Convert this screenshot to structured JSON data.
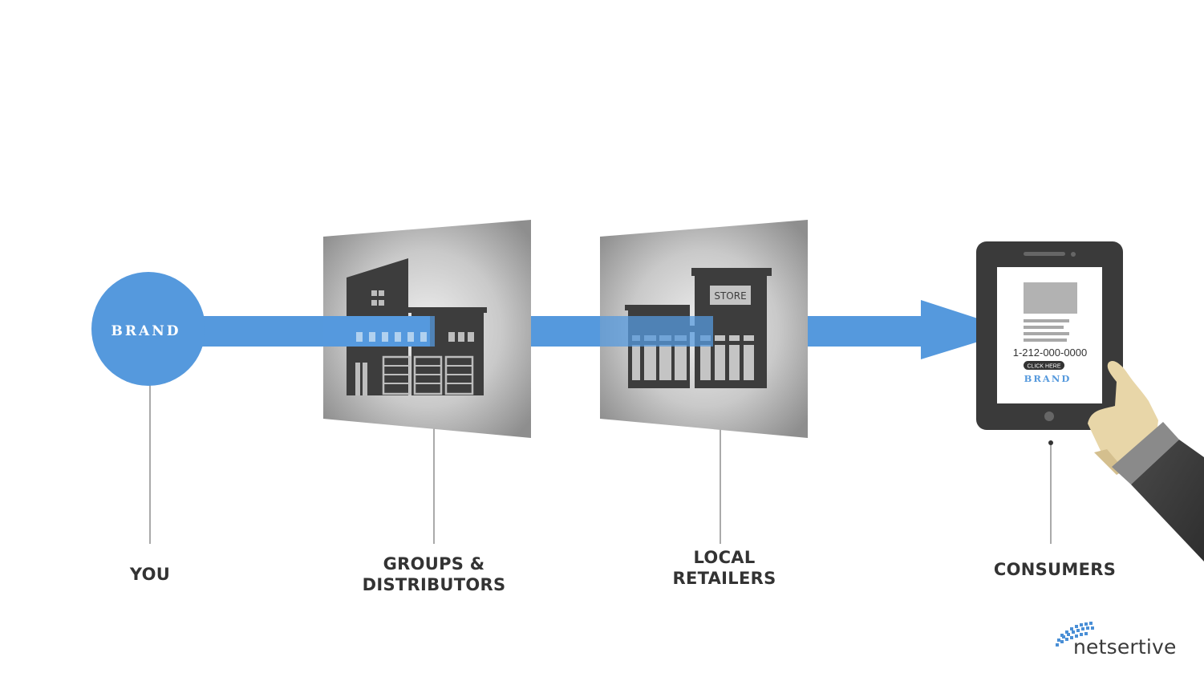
{
  "brand_circle": {
    "text": "BRAND"
  },
  "warehouse": {
    "name": "distribution-warehouse"
  },
  "store": {
    "sign_text": "STORE"
  },
  "tablet": {
    "phone": "1-212-000-0000",
    "button": "CLICK HERE",
    "brand": "BRAND"
  },
  "labels": {
    "you": [
      "YOU"
    ],
    "groups": [
      "GROUPS &",
      "DISTRIBUTORS"
    ],
    "local": [
      "LOCAL",
      "RETAILERS"
    ],
    "consumers": [
      "CONSUMERS"
    ]
  },
  "logo": {
    "text": "netsertive"
  },
  "colors": {
    "accent_blue": "#5599dd",
    "building_dark": "#3d3d3d",
    "label_text": "#333333",
    "panel_gray": "#a8a8a8",
    "tablet_body": "#3a3a3a",
    "hand_skin": "#e8d6a8",
    "sleeve": "#3b3b3b"
  }
}
